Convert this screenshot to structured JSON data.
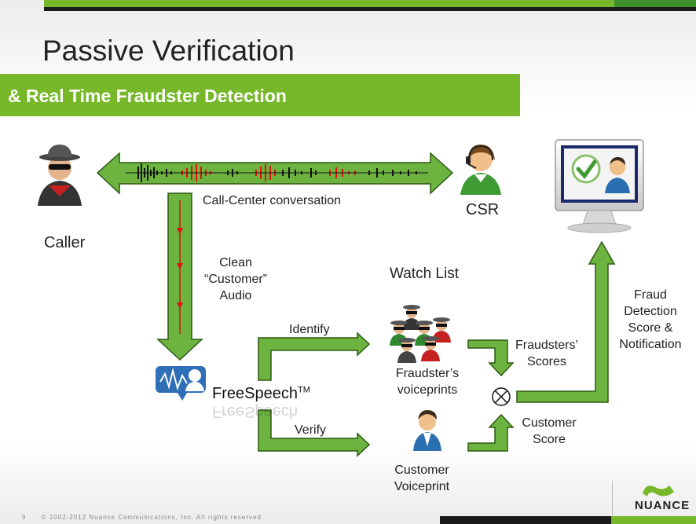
{
  "slide": {
    "title": "Passive Verification",
    "subtitle": "& Real Time Fraudster Detection"
  },
  "labels": {
    "conversation": "Call-Center conversation",
    "csr": "CSR",
    "caller": "Caller",
    "clean_audio": [
      "Clean",
      "“Customer”",
      "Audio"
    ],
    "watch_list": "Watch List",
    "identify": "Identify",
    "verify": "Verify",
    "fraudsters_voiceprints": [
      "Fraudster’s",
      "voiceprints"
    ],
    "customer_voiceprint": [
      "Customer",
      "Voiceprint"
    ],
    "fraudsters_scores": [
      "Fraudsters’",
      "Scores"
    ],
    "customer_score": [
      "Customer",
      "Score"
    ],
    "fraud_detection": [
      "Fraud",
      "Detection",
      "Score &",
      "Notification"
    ]
  },
  "product": {
    "name": "FreeSpeech",
    "trademark": "TM"
  },
  "footer": {
    "page": "9",
    "copyright": "© 2002-2012 Nuance Communications, Inc. All rights reserved.",
    "logo": "NUANCE"
  },
  "colors": {
    "accent": "#76b82a",
    "arrow_fill": "#6cb33f",
    "arrow_stroke": "#2d5a12"
  },
  "icons": [
    "spy-caller-icon",
    "headset-agent-icon",
    "monitor-checkmark-icon",
    "fraudster-group-icon",
    "customer-person-icon",
    "freespeech-logo-icon",
    "combine-operator-icon",
    "nuance-logo-icon"
  ]
}
